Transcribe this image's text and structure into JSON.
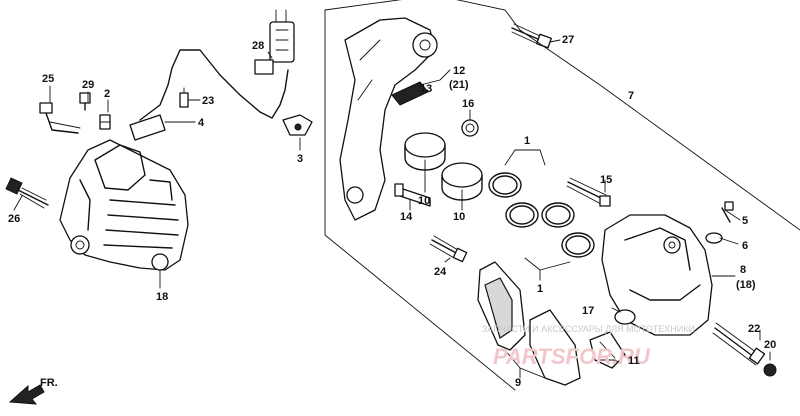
{
  "callouts": {
    "c1a": "1",
    "c1b": "1",
    "c2": "2",
    "c3": "3",
    "c4": "4",
    "c5": "5",
    "c6": "6",
    "c7": "7",
    "c8": "8",
    "c8b": "(18)",
    "c9": "9",
    "c10a": "10",
    "c10b": "10",
    "c11": "11",
    "c12": "12",
    "c12b": "(21)",
    "c13": "13",
    "c14": "14",
    "c15": "15",
    "c16": "16",
    "c17": "17",
    "c18": "18",
    "c20": "20",
    "c22": "22",
    "c23": "23",
    "c24": "24",
    "c25": "25",
    "c26": "26",
    "c27": "27",
    "c28": "28",
    "c29": "29"
  },
  "direction": {
    "label": "FR."
  },
  "watermark": {
    "line1": "ЗАПЧАСТИ И АКСЕССУАРЫ ДЛЯ МОТОТЕХНИКИ",
    "line2": "PARTSFOR.RU"
  },
  "colors": {
    "ink": "#111111",
    "watermark_red": "#e8a0a8",
    "watermark_gray": "#c9c9c9"
  }
}
